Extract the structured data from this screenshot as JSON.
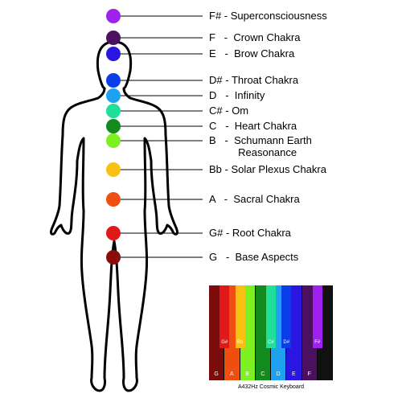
{
  "chakras": [
    {
      "note": "F#",
      "label": "Superconsciousness",
      "color": "#a020f0"
    },
    {
      "note": "F",
      "label": "Crown Chakra",
      "color": "#4b1060"
    },
    {
      "note": "E",
      "label": "Brow Chakra",
      "color": "#2a16e0"
    },
    {
      "note": "D#",
      "label": "Throat Chakra",
      "color": "#0a3ee8"
    },
    {
      "note": "D",
      "label": "Infinity",
      "color": "#1ea2f0"
    },
    {
      "note": "C#",
      "label": "Om",
      "color": "#1ee098"
    },
    {
      "note": "C",
      "label": "Heart Chakra",
      "color": "#128a1e"
    },
    {
      "note": "B",
      "label": "Schumann Earth\nReasonance",
      "color": "#7cf020"
    },
    {
      "note": "Bb",
      "label": "Solar Plexus Chakra",
      "color": "#f8c010"
    },
    {
      "note": "A",
      "label": "Sacral Chakra",
      "color": "#f04e10"
    },
    {
      "note": "G#",
      "label": "Root Chakra",
      "color": "#e01818"
    },
    {
      "note": "G",
      "label": "Base Aspects",
      "color": "#8a0c0c"
    }
  ],
  "keyboard": {
    "caption": "A432Hz Cosmic Keyboard",
    "white_keys": [
      {
        "label": "G",
        "color": "#7a0c0c"
      },
      {
        "label": "A",
        "color": "#f04e10"
      },
      {
        "label": "B",
        "color": "#7cf020"
      },
      {
        "label": "C",
        "color": "#128a1e"
      },
      {
        "label": "D",
        "color": "#1ea2f0"
      },
      {
        "label": "E",
        "color": "#2a16e0"
      },
      {
        "label": "F",
        "color": "#4b1060"
      },
      {
        "label": "",
        "color": "#111111"
      }
    ],
    "black_keys": [
      {
        "label": "G#",
        "color": "#e01818"
      },
      {
        "label": "Bb",
        "color": "#f8c010"
      },
      {
        "label": "C#",
        "color": "#1ee098"
      },
      {
        "label": "D#",
        "color": "#0a3ee8"
      },
      {
        "label": "F#",
        "color": "#a020f0"
      }
    ]
  }
}
